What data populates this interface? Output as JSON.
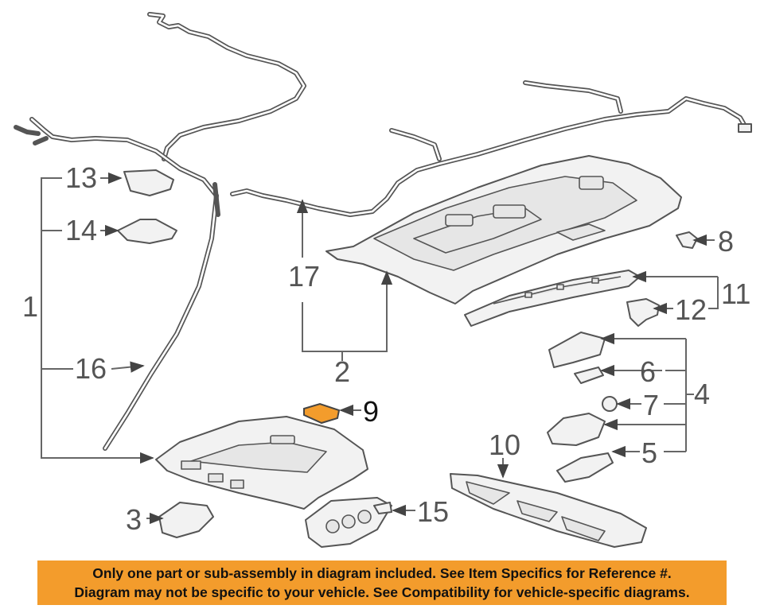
{
  "callouts": {
    "c1": "1",
    "c2": "2",
    "c3": "3",
    "c4": "4",
    "c5": "5",
    "c6": "6",
    "c7": "7",
    "c8": "8",
    "c9": "9",
    "c10": "10",
    "c11": "11",
    "c12": "12",
    "c13": "13",
    "c14": "14",
    "c15": "15",
    "c16": "16",
    "c17": "17"
  },
  "colors": {
    "highlight_part": "#f39c2c",
    "banner_background": "#f39c2c",
    "line_art": "#555555"
  },
  "banner": {
    "line1": "Only one part or sub-assembly in diagram included. See Item Specifics for Reference #.",
    "line2": "Diagram may not be specific to your vehicle. See Compatibility for vehicle-specific diagrams."
  }
}
